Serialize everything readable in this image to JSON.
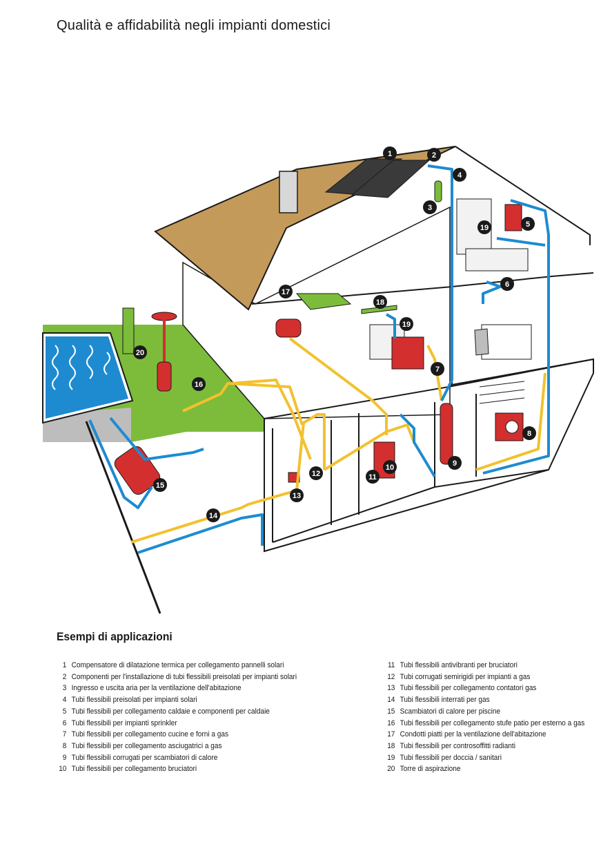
{
  "page": {
    "title": "Qualità e affidabilità negli impianti domestici"
  },
  "legend": {
    "title": "Esempi di applicazioni",
    "items": [
      {
        "num": "1",
        "text": "Compensatore di dilatazione termica per collegamento pannelli solari"
      },
      {
        "num": "2",
        "text": "Componenti per l'installazione di tubi flessibili preisolati per impianti solari"
      },
      {
        "num": "3",
        "text": "Ingresso e uscita aria per la ventilazione dell'abitazione"
      },
      {
        "num": "4",
        "text": "Tubi flessibili preisolati per impianti solari"
      },
      {
        "num": "5",
        "text": "Tubi flessibili per collegamento caldaie e componenti per caldaie"
      },
      {
        "num": "6",
        "text": "Tubi flessibili per impianti sprinkler"
      },
      {
        "num": "7",
        "text": "Tubi flessibili per collegamento cucine e forni a gas"
      },
      {
        "num": "8",
        "text": "Tubi flessibili per collegamento asciugatrici a gas"
      },
      {
        "num": "9",
        "text": "Tubi flessibili corrugati per scambiatori di calore"
      },
      {
        "num": "10",
        "text": "Tubi flessibili per collegamento bruciatori"
      },
      {
        "num": "11",
        "text": "Tubi flessibili antivibranti per bruciatori"
      },
      {
        "num": "12",
        "text": "Tubi corrugati semirigidi per impianti a gas"
      },
      {
        "num": "13",
        "text": "Tubi flessibili per collegamento contatori gas"
      },
      {
        "num": "14",
        "text": "Tubi flessibili interrati per gas"
      },
      {
        "num": "15",
        "text": "Scambiatori di calore per piscine"
      },
      {
        "num": "16",
        "text": "Tubi flessibili per collegamento stufe patio per esterno a gas"
      },
      {
        "num": "17",
        "text": "Condotti piatti per la ventilazione dell'abitazione"
      },
      {
        "num": "18",
        "text": "Tubi flessibili per controsoffitti radianti"
      },
      {
        "num": "19",
        "text": "Tubi flessibili per doccia / sanitari"
      },
      {
        "num": "20",
        "text": "Torre di aspirazione"
      }
    ]
  },
  "colors": {
    "gas_pipe": "#f2c12e",
    "water_pipe": "#1e8bd0",
    "equipment": "#d32f2f",
    "lawn": "#7cbc3a",
    "pool": "#1e8bd0",
    "roof": "#c49a5a",
    "solar_panel": "#3a3a3a",
    "callout": "#1a1a1a"
  },
  "callouts": {
    "c1": "1",
    "c2": "2",
    "c3": "3",
    "c4": "4",
    "c5": "5",
    "c6": "6",
    "c7": "7",
    "c8": "8",
    "c9": "9",
    "c10": "10",
    "c11": "11",
    "c12": "12",
    "c13": "13",
    "c14": "14",
    "c15": "15",
    "c16": "16",
    "c17": "17",
    "c18": "18",
    "c19a": "19",
    "c19b": "19",
    "c20": "20"
  }
}
